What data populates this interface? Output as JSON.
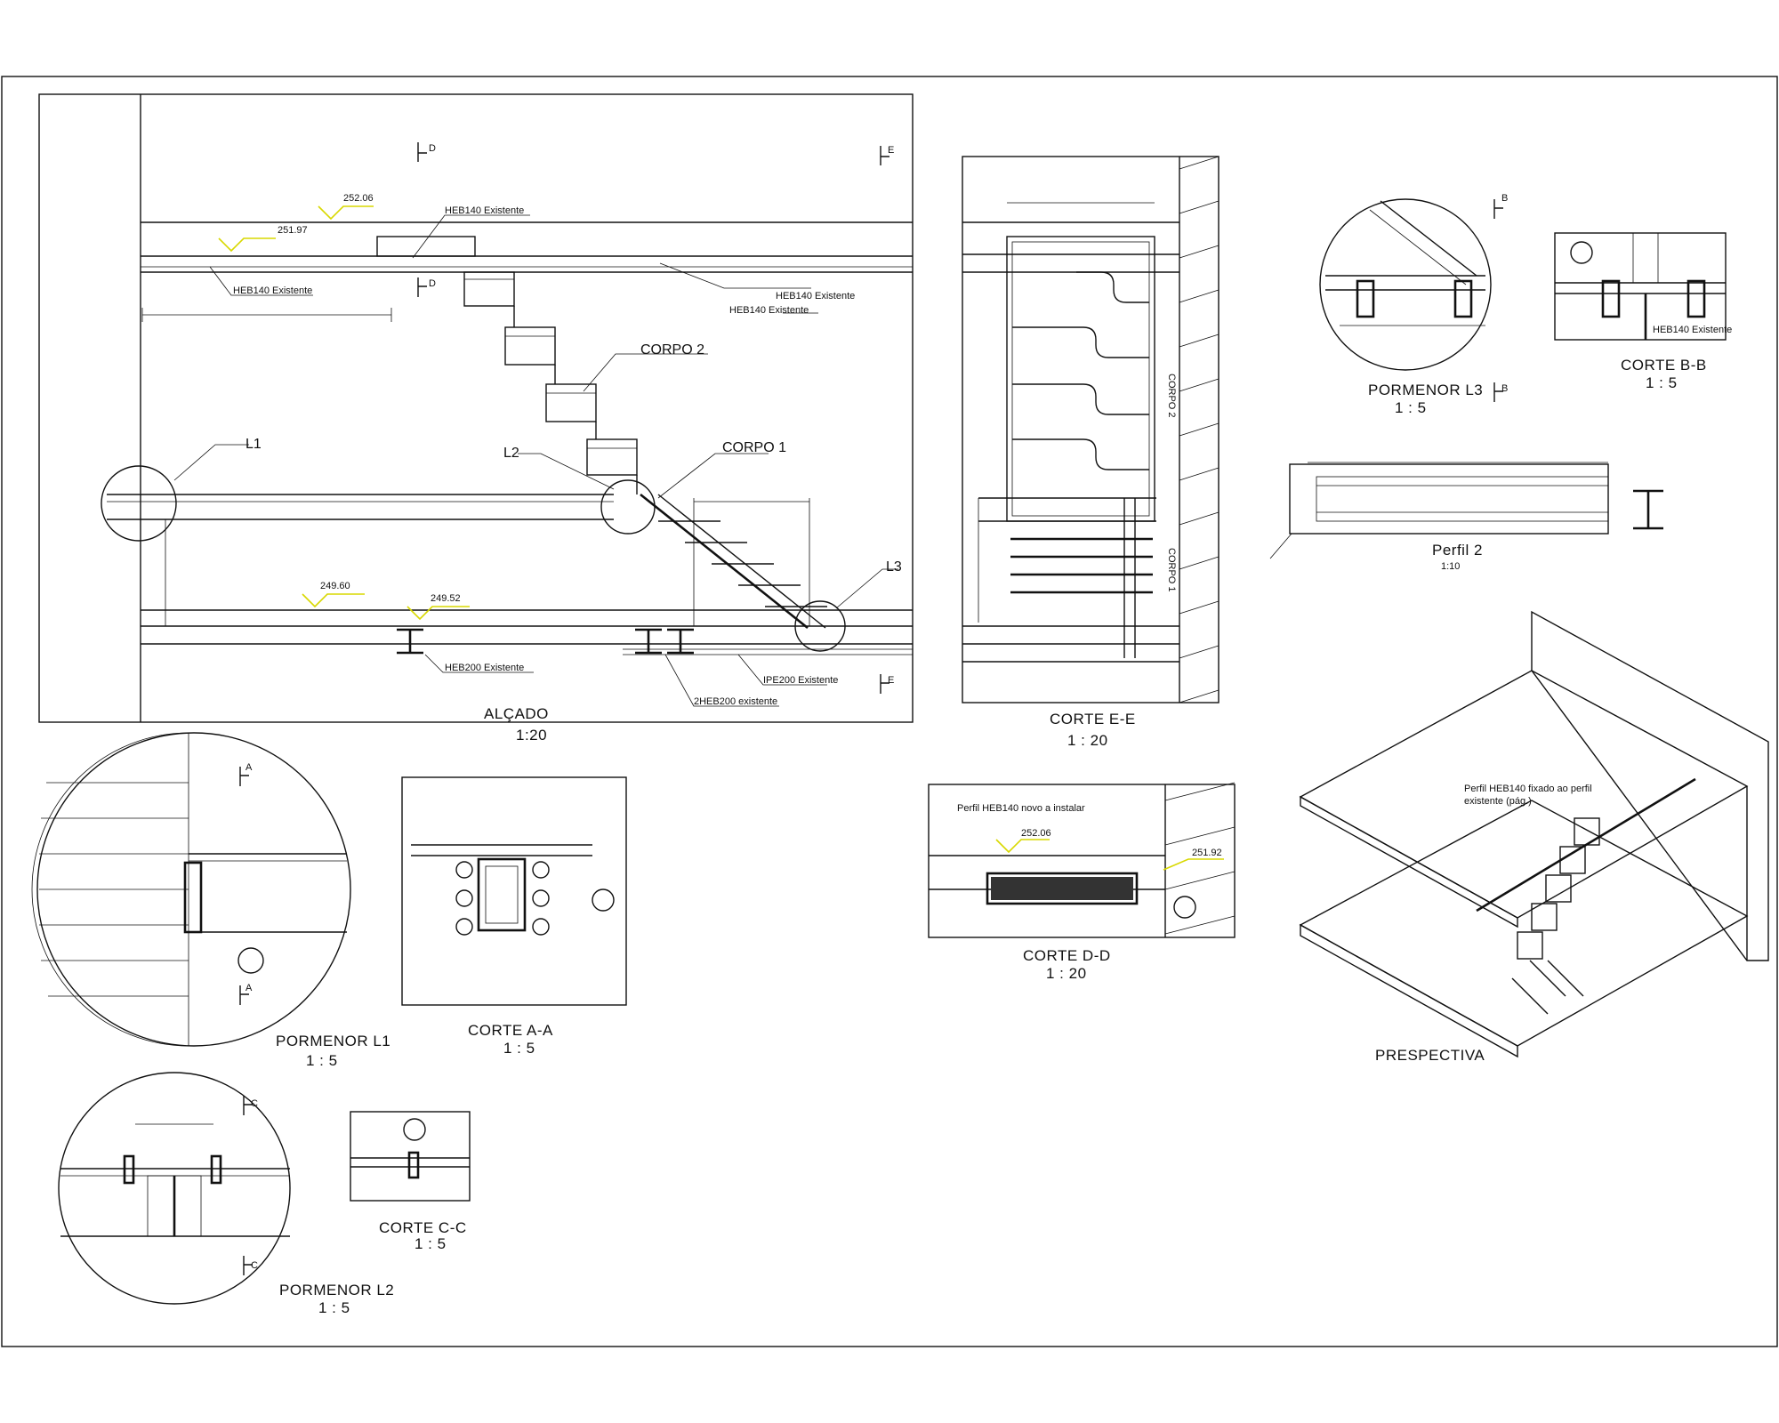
{
  "drawing": {
    "alcado": {
      "title": "ALÇADO",
      "scale": "1:20",
      "labels": {
        "corpo2": "CORPO 2",
        "corpo1": "CORPO 1",
        "l1": "L1",
        "l2": "L2",
        "l3": "L3",
        "lev_top_a": "251.97",
        "lev_top_b": "252.06",
        "lev_bot_a": "249.60",
        "lev_bot_b": "249.52",
        "ref_heb140_existente": "HEB140 Existente",
        "ref_heb140_existente_b": "HEB140 Existente",
        "ref_heb140_existente_c": "HEB140 Existente",
        "ref_heb140_existente_d": "HEB140 Existente",
        "ref_heb200_existente": "HEB200 Existente",
        "ref_ipe200_existente": "IPE200 Existente",
        "ref_heb200_existente_b": "2HEB200 existente",
        "cut_d": "D",
        "cut_e": "E"
      }
    },
    "corte_ee": {
      "title": "CORTE E-E",
      "scale": "1 : 20",
      "labels": {
        "corpo2": "CORPO 2",
        "corpo1": "CORPO 1"
      }
    },
    "porvenor_l3": {
      "title": "PORMENOR L3",
      "scale": "1 : 5",
      "cut_b": "B"
    },
    "corte_bb": {
      "title": "CORTE B-B",
      "scale": "1 : 5",
      "ref": "HEB140 Existente"
    },
    "perfil": {
      "title": "Perfil 2",
      "scale": "1:10"
    },
    "porvenor_l1": {
      "title": "PORMENOR L1",
      "scale": "1 : 5",
      "cut_a": "A"
    },
    "corte_aa": {
      "title": "CORTE A-A",
      "scale": "1 : 5"
    },
    "corte_dd": {
      "title": "CORTE D-D",
      "scale": "1 : 20",
      "note": "Perfil HEB140 novo a instalar",
      "lev_a": "252.06",
      "lev_b": "251.92"
    },
    "prespectiva": {
      "title": "PRESPECTIVA",
      "note1": "Perfil HEB140 fixado ao perfil",
      "note2": "existente (pág.)"
    },
    "porvenor_l2": {
      "title": "PORMENOR L2",
      "scale": "1 : 5",
      "cut_c": "C"
    },
    "corte_cc": {
      "title": "CORTE C-C",
      "scale": "1 : 5"
    }
  }
}
